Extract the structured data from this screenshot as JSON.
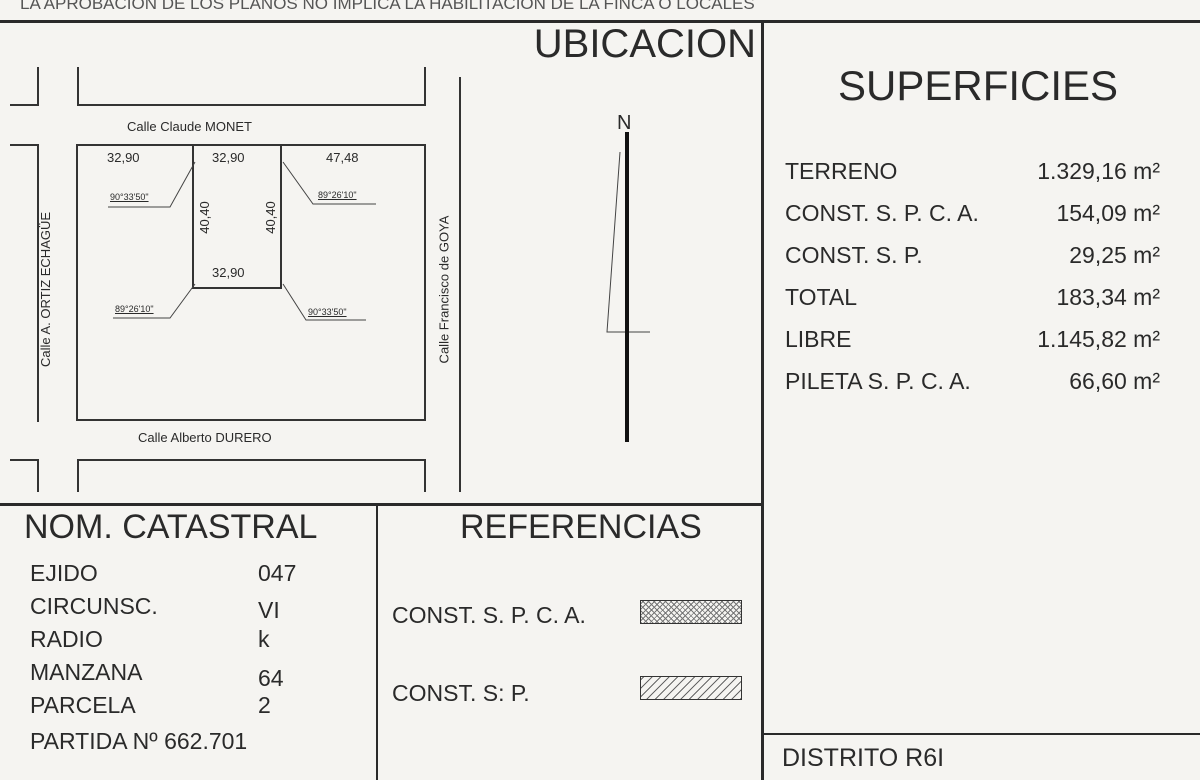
{
  "header_notice": "LA APROBACION DE LOS PLANOS NO IMPLICA LA HABILITACION DE LA FINCA O LOCALES",
  "ubicacion": {
    "title": "UBICACION",
    "north": "N",
    "streets": {
      "top": "Calle Claude MONET",
      "bottom": "Calle Alberto DURERO",
      "left": "Calle A. ORTIZ ECHAGÜE",
      "right": "Calle Francisco de GOYA"
    },
    "dims": {
      "left_front": "32,90",
      "lot_front": "32,90",
      "right_front": "47,48",
      "lot_left": "40,40",
      "lot_right": "40,40",
      "lot_back": "32,90"
    },
    "angles": {
      "top_left": "90°33'50\"",
      "top_right": "89°26'10\"",
      "bottom_left": "89°26'10\"",
      "bottom_right": "90°33'50\""
    }
  },
  "superficies": {
    "title": "SUPERFICIES",
    "rows": [
      {
        "label": "TERRENO",
        "value": "1.329,16 m²"
      },
      {
        "label": "CONST. S. P. C. A.",
        "value": "154,09 m²"
      },
      {
        "label": "CONST. S. P.",
        "value": "29,25 m²"
      },
      {
        "label": "TOTAL",
        "value": "183,34 m²"
      },
      {
        "label": "LIBRE",
        "value": "1.145,82 m²"
      },
      {
        "label": "PILETA  S. P. C. A.",
        "value": "66,60 m²"
      }
    ],
    "distrito": "DISTRITO  R6I"
  },
  "catastral": {
    "title": "NOM. CATASTRAL",
    "rows": [
      {
        "label": "EJIDO",
        "value": "047"
      },
      {
        "label": "CIRCUNSC.",
        "value": "VI"
      },
      {
        "label": "RADIO",
        "value": "k"
      },
      {
        "label": "MANZANA",
        "value": "64"
      },
      {
        "label": "PARCELA",
        "value": "2"
      }
    ],
    "partida": "PARTIDA Nº 662.701"
  },
  "referencias": {
    "title": "REFERENCIAS",
    "items": [
      {
        "label": "CONST. S. P. C. A.",
        "pattern": "crosshatch"
      },
      {
        "label": "CONST. S: P.",
        "pattern": "diagonal"
      }
    ]
  }
}
